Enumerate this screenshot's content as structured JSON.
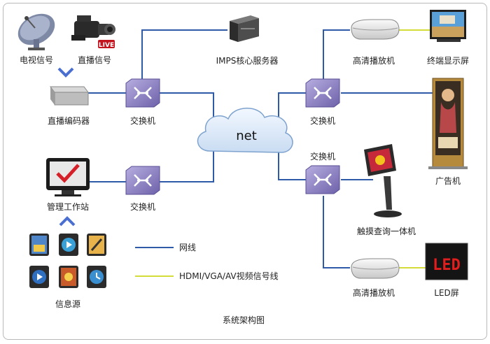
{
  "nodes": {
    "tv_signal": "电视信号",
    "live_signal": "直播信号",
    "live_badge": "LIVE",
    "encoder": "直播编码器",
    "switch_left_top": "交换机",
    "switch_left_bottom": "交换机",
    "imps_server": "IMPS核心服务器",
    "cloud": "net",
    "switch_right_top": "交换机",
    "switch_right_bottom": "交换机",
    "hd_player_top": "高清播放机",
    "terminal_display": "终端显示屏",
    "ad_machine": "广告机",
    "kiosk": "触摸查询一体机",
    "hd_player_bottom": "高清播放机",
    "led_screen": "LED屏",
    "led_text": "LED",
    "management": "管理工作站",
    "info_source": "信息源"
  },
  "legend": {
    "network": "网线",
    "signal": "HDMI/VGA/AV视频信号线"
  },
  "colors": {
    "network_line": "#2f5aa8",
    "signal_line": "#d4dc3a",
    "switch_fill": "#8c7fc0"
  },
  "caption": "系统架构图"
}
